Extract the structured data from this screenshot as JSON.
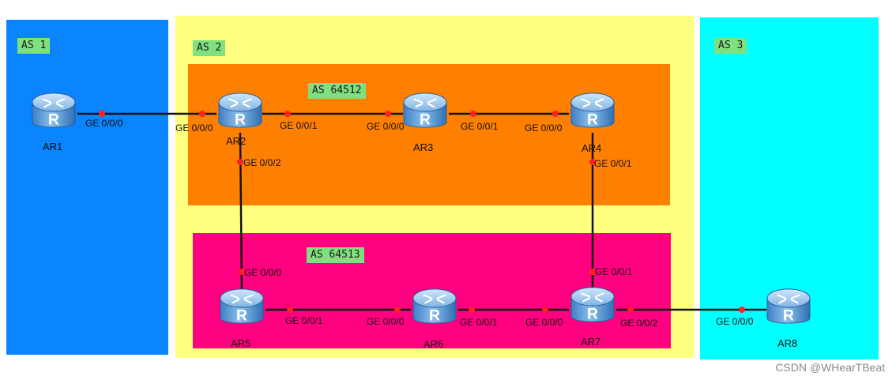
{
  "colors": {
    "as1": "#0a84ff",
    "as2": "#ffff80",
    "as3": "#00ffff",
    "as64512": "#ff8000",
    "as64513": "#ff0080",
    "link": "#111111",
    "port_dot": "#ff2020",
    "tag_bg": "#7fe07f"
  },
  "areas": {
    "as1": "AS 1",
    "as2": "AS 2",
    "as3": "AS 3",
    "as64512": "AS 64512",
    "as64513": "AS 64513"
  },
  "routers": {
    "ar1": "AR1",
    "ar2": "AR2",
    "ar3": "AR3",
    "ar4": "AR4",
    "ar5": "AR5",
    "ar6": "AR6",
    "ar7": "AR7",
    "ar8": "AR8"
  },
  "router_icon": "router-r-icon",
  "ports": {
    "ar1_g000": "GE 0/0/0",
    "ar2_g000": "GE 0/0/0",
    "ar2_g001": "GE 0/0/1",
    "ar2_g002": "GE 0/0/2",
    "ar3_g000": "GE 0/0/0",
    "ar3_g001": "GE 0/0/1",
    "ar4_g000": "GE 0/0/0",
    "ar4_g001": "GE 0/0/1",
    "ar5_g000": "GE 0/0/0",
    "ar5_g001": "GE 0/0/1",
    "ar6_g000": "GE 0/0/0",
    "ar6_g001": "GE 0/0/1",
    "ar7_g000": "GE 0/0/0",
    "ar7_g001": "GE 0/0/1",
    "ar7_g002": "GE 0/0/2",
    "ar8_g000": "GE 0/0/0"
  },
  "watermark": "CSDN @WHearTBeat"
}
